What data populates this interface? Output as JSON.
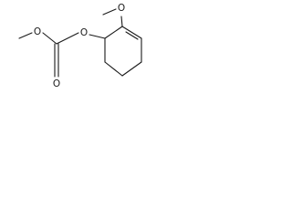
{
  "structure": {
    "atom_labels": {
      "methoxy_oxygen_left": "O",
      "carbonyl_oxygen": "O",
      "ester_oxygen": "O",
      "methoxy_oxygen_ring": "O"
    }
  }
}
